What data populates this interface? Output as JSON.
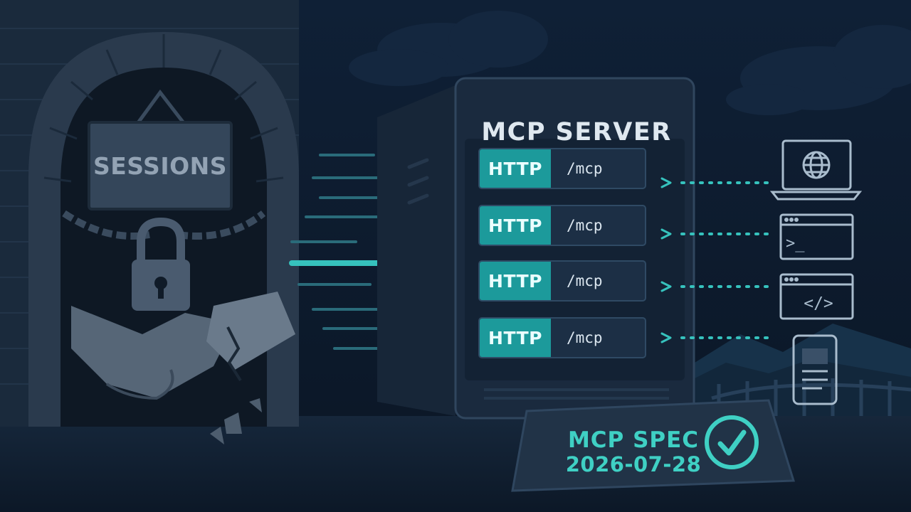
{
  "sessions_sign": {
    "label": "SESSIONS"
  },
  "server": {
    "title": "MCP SERVER",
    "endpoints": [
      {
        "protocol": "HTTP",
        "path": "/mcp"
      },
      {
        "protocol": "HTTP",
        "path": "/mcp"
      },
      {
        "protocol": "HTTP",
        "path": "/mcp"
      },
      {
        "protocol": "HTTP",
        "path": "/mcp"
      }
    ]
  },
  "spec_plaque": {
    "name": "MCP SPEC",
    "date": "2026-07-28"
  },
  "clients": {
    "terminal_prompt": ">_",
    "code_glyph": "</>",
    "icons": [
      "globe-laptop-icon",
      "terminal-window-icon",
      "code-window-icon",
      "mobile-phone-icon"
    ]
  },
  "colors": {
    "background": "#0d1a2b",
    "accent_teal": "#1c9a9b",
    "check_teal": "#3fd0c4",
    "server_body": "#1a2a3e"
  }
}
